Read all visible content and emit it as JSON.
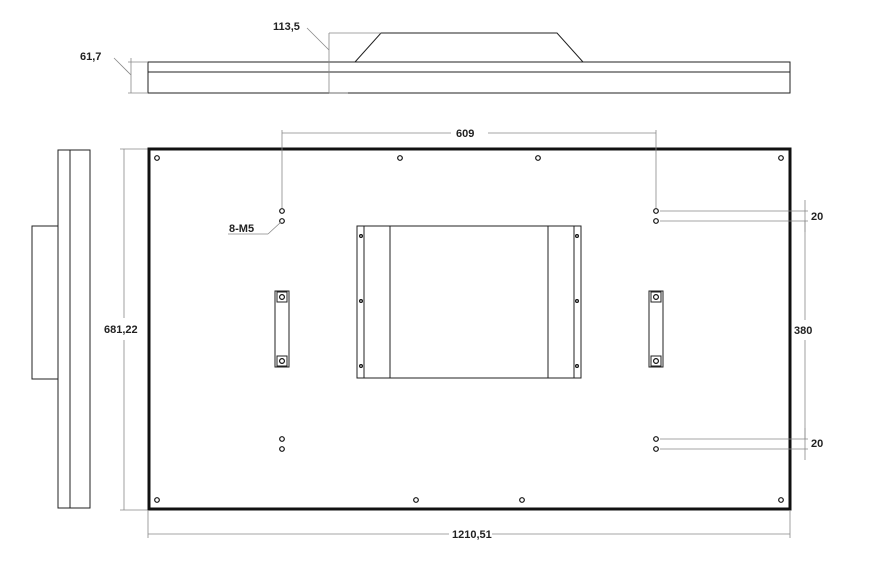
{
  "dimensions": {
    "side_depth": "61,7",
    "stand_height": "113,5",
    "hole_spacing_x": "609",
    "hole_label": "8-M5",
    "overall_height": "681,22",
    "hole_spacing_top": "20",
    "hole_spacing_mid": "380",
    "hole_spacing_bottom": "20",
    "overall_width": "1210,51"
  }
}
